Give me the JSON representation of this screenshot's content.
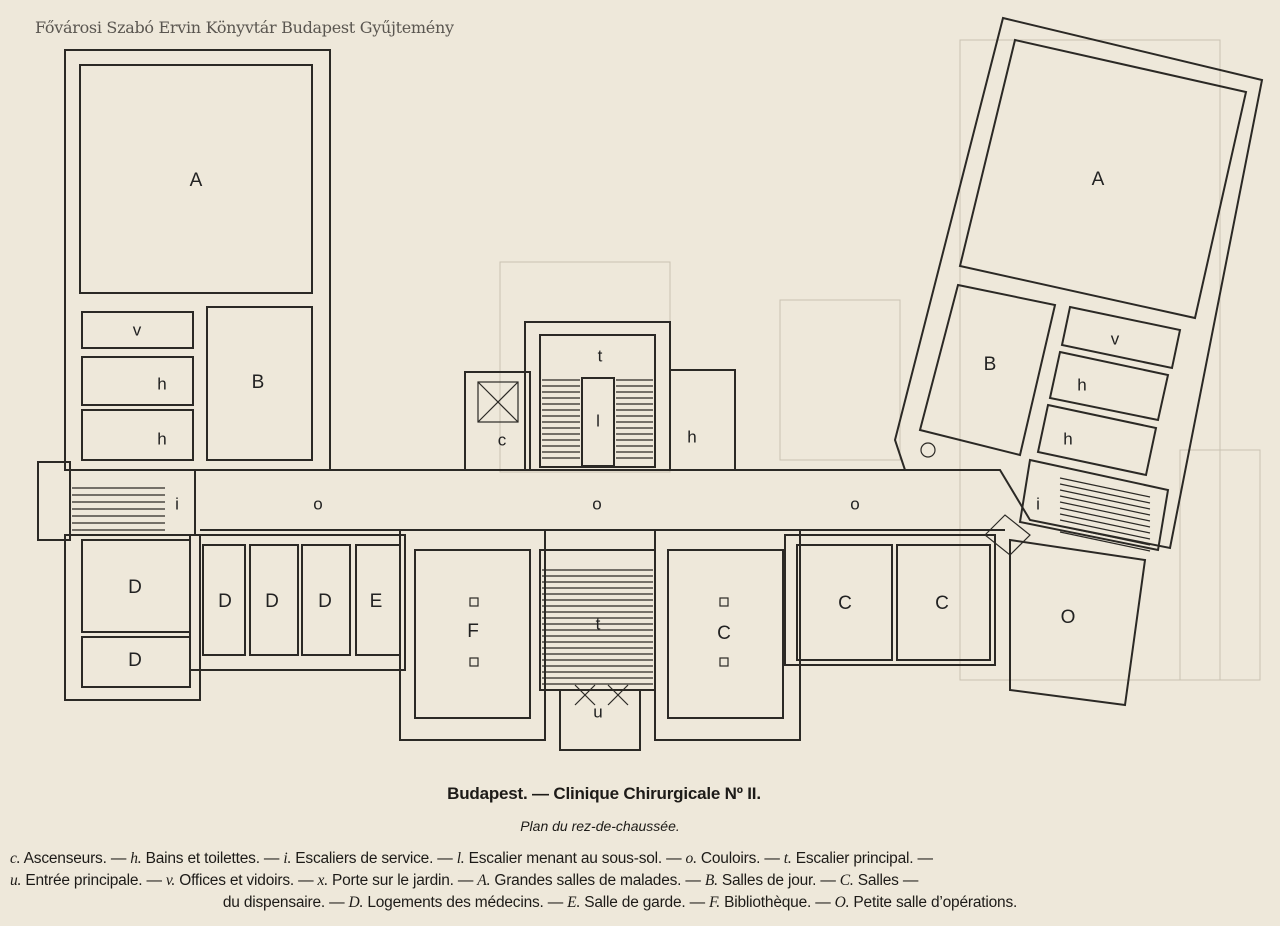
{
  "watermark": "Fővárosi Szabó Ervin Könyvtár Budapest Gyűjtemény",
  "caption": {
    "title": "Budapest. — Clinique Chirurgicale Nº II.",
    "subtitle": "Plan du rez-de-chaussée."
  },
  "legend": [
    [
      {
        "k": "c.",
        "d": "Ascenseurs."
      },
      {
        "k": "h.",
        "d": "Bains et toilettes."
      },
      {
        "k": "i.",
        "d": "Escaliers de service."
      },
      {
        "k": "l.",
        "d": "Escalier menant au sous-sol."
      },
      {
        "k": "o.",
        "d": "Couloirs."
      },
      {
        "k": "t.",
        "d": "Escalier principal."
      }
    ],
    [
      {
        "k": "u.",
        "d": "Entrée principale."
      },
      {
        "k": "v.",
        "d": "Offices et vidoirs."
      },
      {
        "k": "x.",
        "d": "Porte sur le jardin."
      },
      {
        "k": "A.",
        "d": "Grandes salles de malades."
      },
      {
        "k": "B.",
        "d": "Salles de jour."
      },
      {
        "k": "C.",
        "d": "Salles"
      }
    ],
    [
      {
        "k": "",
        "d": "du dispensaire."
      },
      {
        "k": "D.",
        "d": "Logements des médecins."
      },
      {
        "k": "E.",
        "d": "Salle de garde."
      },
      {
        "k": "F.",
        "d": "Bibliothèque."
      },
      {
        "k": "O.",
        "d": "Petite salle d’opérations."
      }
    ]
  ],
  "plan": {
    "rooms": [
      "A",
      "v",
      "h",
      "h",
      "B",
      "i",
      "D",
      "D",
      "D",
      "D",
      "D",
      "E",
      "o",
      "c",
      "l",
      "t",
      "h",
      "o",
      "F",
      "t",
      "C",
      "u",
      "o",
      "C",
      "C",
      "O",
      "A",
      "B",
      "v",
      "h",
      "h",
      "i"
    ]
  }
}
